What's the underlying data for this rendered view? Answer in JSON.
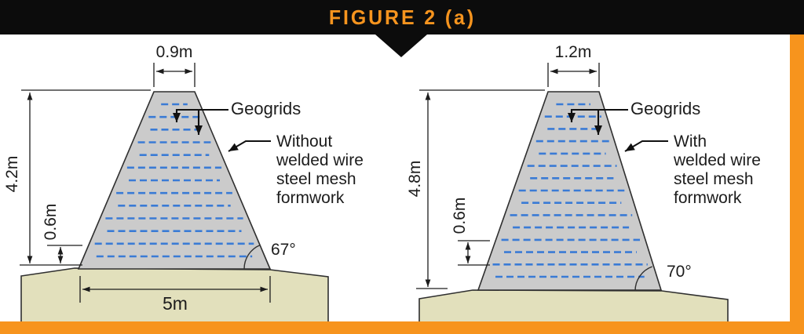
{
  "banner": {
    "title": "FIGURE 2 (a)"
  },
  "colors": {
    "frame_orange": "#F7941D",
    "banner_text_orange": "#F6941E",
    "geogrid_blue": "#3A7BD5",
    "wall_gray": "#CBCBCB",
    "ground_tan": "#E2E0BC"
  },
  "panels": [
    {
      "id": "left",
      "top_width_label": "0.9m",
      "height_label": "4.2m",
      "layer_spacing_label": "0.6m",
      "base_width_label": "5m",
      "slope_angle_label": "67°",
      "geogrids_label": "Geogrids",
      "note_lines": [
        "Without",
        "welded wire",
        "steel mesh",
        "formwork"
      ],
      "geogrid_layer_count": 13
    },
    {
      "id": "right",
      "top_width_label": "1.2m",
      "height_label": "4.8m",
      "layer_spacing_label": "0.6m",
      "slope_angle_label": "70°",
      "geogrids_label": "Geogrids",
      "note_lines": [
        "With",
        "welded wire",
        "steel mesh",
        "formwork"
      ],
      "geogrid_layer_count": 15
    }
  ]
}
